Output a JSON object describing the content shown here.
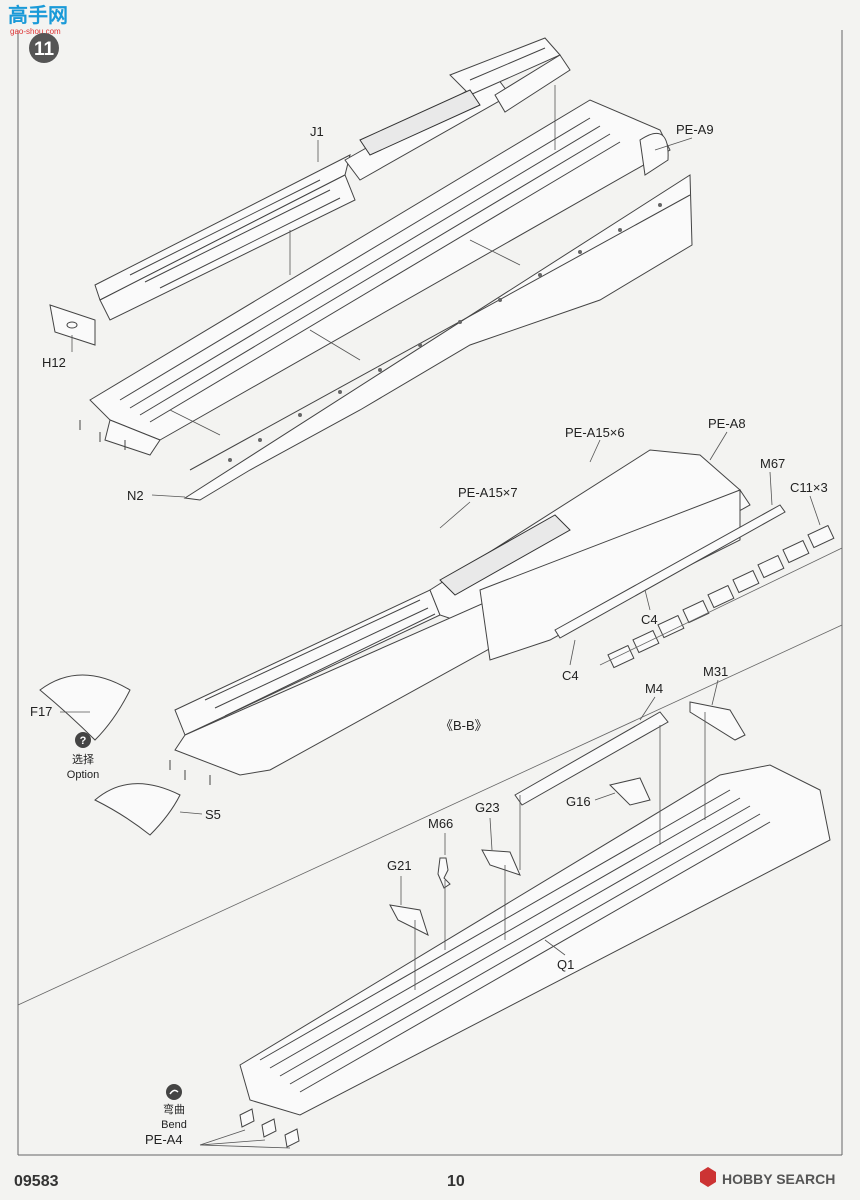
{
  "header": {
    "step_number": "11",
    "watermark_cn": "高手网",
    "watermark_url": "gao-shou.com"
  },
  "labels": {
    "J1": "J1",
    "PE_A9": "PE-A9",
    "H12": "H12",
    "N2": "N2",
    "PE_A15x6": "PE-A15×6",
    "PE_A8": "PE-A8",
    "M67": "M67",
    "C11x3": "C11×3",
    "PE_A15x7": "PE-A15×7",
    "C4_upper": "C4",
    "C4_lower": "C4",
    "F17": "F17",
    "option_cn": "选择",
    "option_en": "Option",
    "S5": "S5",
    "section_bb": "《B-B》",
    "M4": "M4",
    "M31": "M31",
    "G16": "G16",
    "G23": "G23",
    "M66": "M66",
    "G21": "G21",
    "Q1": "Q1",
    "bend_cn": "弯曲",
    "bend_en": "Bend",
    "PE_A4": "PE-A4"
  },
  "footer": {
    "product_code": "09583",
    "page_number": "10",
    "brand": "HOBBY SEARCH"
  }
}
